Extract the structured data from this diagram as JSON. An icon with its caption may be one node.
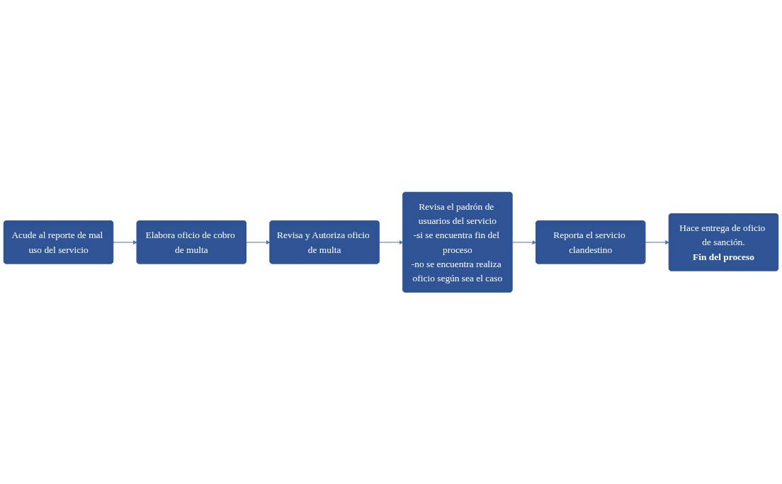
{
  "diagram": {
    "nodes": [
      {
        "text": [
          "Acude al reporte de mal uso del servicio"
        ]
      },
      {
        "text": [
          "Elabora oficio de cobro de multa"
        ]
      },
      {
        "text": [
          "Revisa y Autoriza oficio de multa"
        ]
      },
      {
        "text": [
          "Revisa el padrón de usuarios del servicio",
          "-si se encuentra fin del proceso",
          "-no se encuentra realiza oficio según sea el caso"
        ]
      },
      {
        "text": [
          "Reporta el servicio clandestino"
        ]
      },
      {
        "text": [
          "Hace entrega de oficio de sanción.",
          "Fin del proceso"
        ]
      }
    ],
    "edges": [
      {
        "from": 0,
        "to": 1,
        "arrow": "to"
      },
      {
        "from": 1,
        "to": 2,
        "arrow": "to"
      },
      {
        "from": 2,
        "to": 3,
        "arrow": "to"
      },
      {
        "from": 3,
        "to": 4,
        "arrow": "to"
      },
      {
        "from": 4,
        "to": 5,
        "arrow": "to"
      }
    ]
  }
}
